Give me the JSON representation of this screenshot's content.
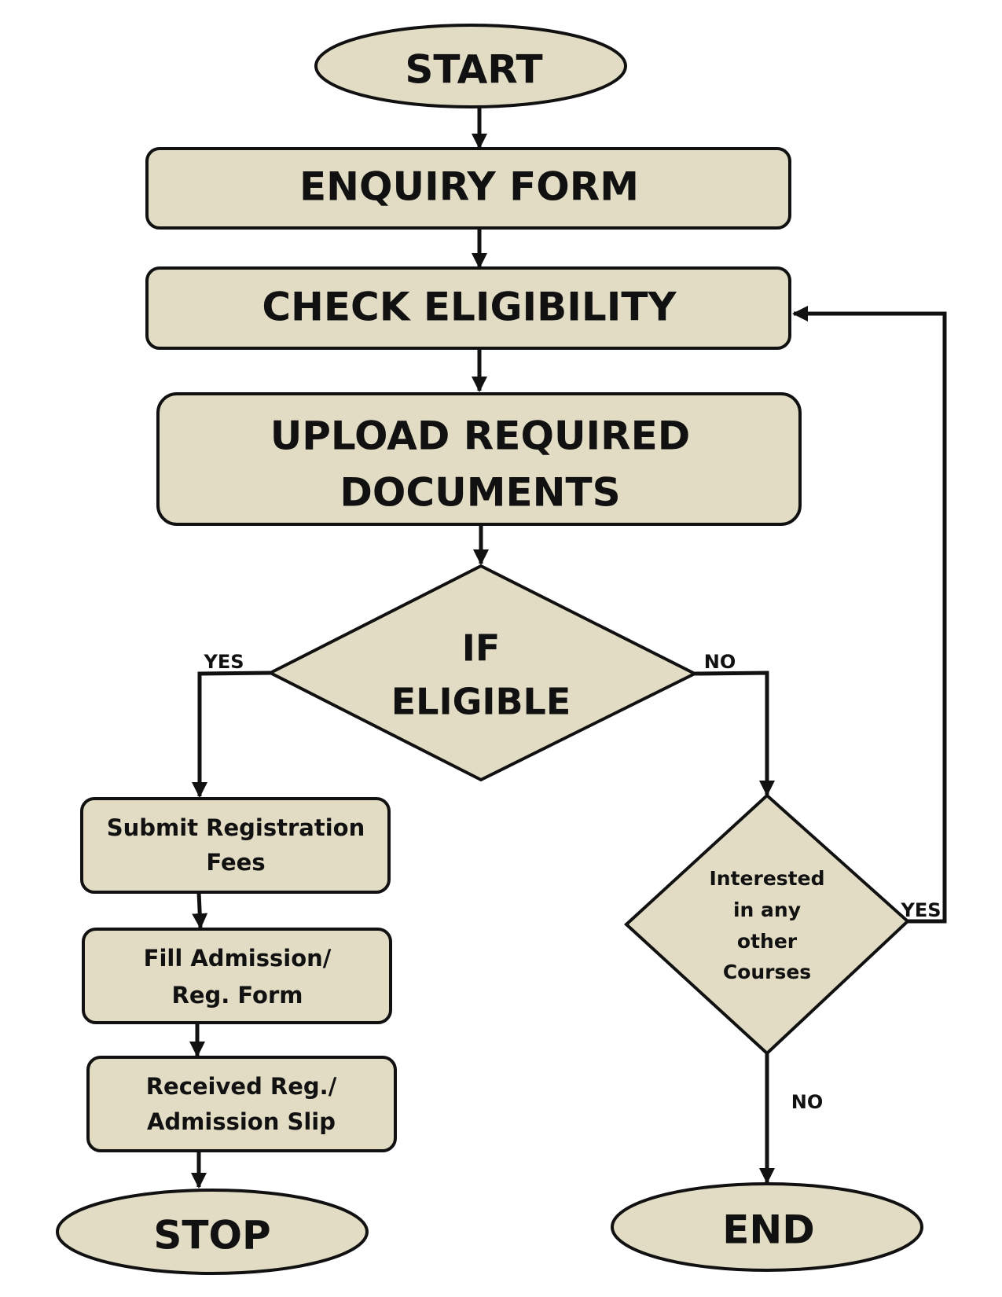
{
  "colors": {
    "fill": "#e1dcc3",
    "stroke": "#111111",
    "background": "#ffffff"
  },
  "nodes": {
    "start": "START",
    "enquiry": "ENQUIRY FORM",
    "check": "CHECK ELIGIBILITY",
    "upload": [
      "UPLOAD REQUIRED",
      "DOCUMENTS"
    ],
    "if_eligible": [
      "IF",
      "ELIGIBLE"
    ],
    "submit_fees": [
      "Submit Registration",
      "Fees"
    ],
    "fill_form": [
      "Fill Admission/",
      "Reg. Form"
    ],
    "received_slip": [
      "Received Reg./",
      "Admission Slip"
    ],
    "stop": "STOP",
    "interested": [
      "Interested",
      "in any",
      "other",
      "Courses"
    ],
    "end": "END"
  },
  "edge_labels": {
    "eligible_yes": "YES",
    "eligible_no": "NO",
    "interested_yes": "YES",
    "interested_no": "NO"
  }
}
